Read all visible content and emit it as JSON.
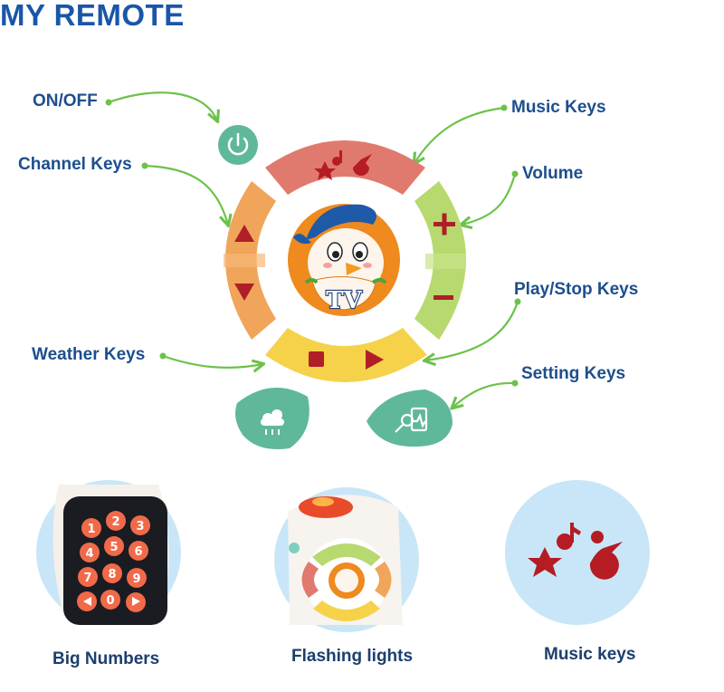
{
  "title": "MY REMOTE",
  "labels": {
    "on_off": "ON/OFF",
    "channel_keys": "Channel Keys",
    "weather_keys": "Weather Keys",
    "music_keys": "Music Keys",
    "volume": "Volume",
    "play_stop_keys": "Play/Stop Keys",
    "setting_keys": "Setting Keys"
  },
  "center_badge": "TV",
  "captions": {
    "big_numbers": "Big Numbers",
    "flashing_lights": "Flashing lights",
    "music_keys": "Music keys"
  },
  "number_keys": [
    "1",
    "2",
    "3",
    "4",
    "5",
    "6",
    "7",
    "8",
    "9",
    "0"
  ],
  "colors": {
    "title": "#1a56a8",
    "label": "#1c4f8c",
    "arrow": "#6cc24a",
    "music_segment": "#e07a6e",
    "channel_segment": "#f0a55a",
    "volume_segment": "#b7d96f",
    "play_segment": "#f5d24a",
    "power_button": "#5fb89a",
    "side_buttons": "#5fb89a",
    "key_red": "#c0232e",
    "circle_bg": "#c8e6f7"
  },
  "icons": [
    "power-icon",
    "music-notes-icon",
    "up-arrow-icon",
    "down-arrow-icon",
    "plus-icon",
    "minus-icon",
    "stop-icon",
    "play-icon",
    "weather-icon",
    "settings-icon"
  ]
}
